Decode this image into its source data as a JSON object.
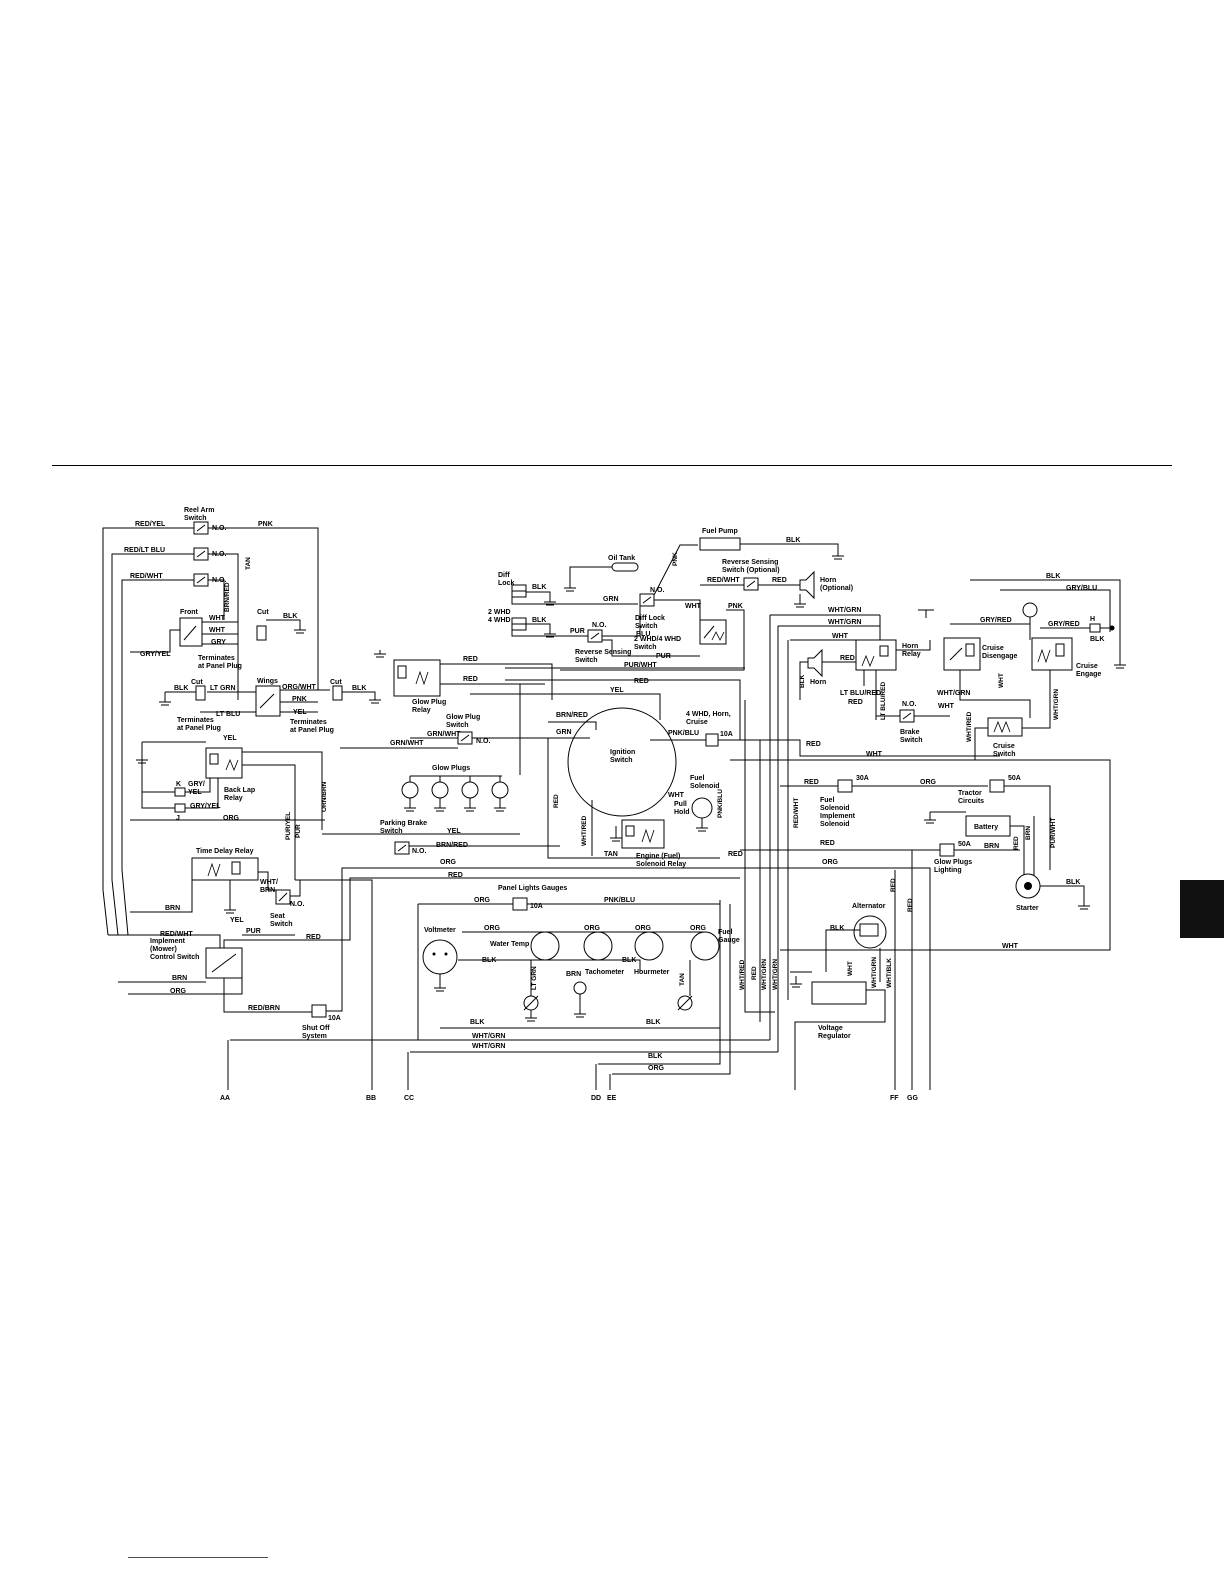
{
  "components": {
    "reel_arm_switch": "Reel Arm\nSwitch",
    "no": "N.O.",
    "front": "Front",
    "cut": "Cut",
    "wings": "Wings",
    "terminates_panel_plug": "Terminates\nat Panel Plug",
    "back_lap_relay": "Back Lap\nRelay",
    "time_delay_relay": "Time Delay Relay",
    "seat_switch": "Seat\nSwitch",
    "implement_control_switch": "Implement\n(Mower)\nControl Switch",
    "shut_off_system": "Shut Off\nSystem",
    "fuse_10a": "10A",
    "fuse_30a": "30A",
    "fuse_50a": "50A",
    "oil_tank": "Oil Tank",
    "diff_lock": "Diff\nLock",
    "whd_2_4": "2 WHD\n4 WHD",
    "diff_lock_switch": "Diff Lock\nSwitch",
    "reverse_sensing_switch": "Reverse Sensing\nSwitch",
    "whd_switch": "2 WHD/4 WHD\nSwitch",
    "fuel_pump": "Fuel Pump",
    "reverse_sensing_optional": "Reverse Sensing\nSwitch (Optional)",
    "horn_optional": "Horn\n(Optional)",
    "horn": "Horn",
    "horn_relay": "Horn\nRelay",
    "brake_switch": "Brake\nSwitch",
    "cruise_disengage": "Cruise\nDisengage",
    "cruise_engage": "Cruise\nEngage",
    "cruise_switch": "Cruise\nSwitch",
    "glow_plug_relay": "Glow Plug\nRelay",
    "glow_plug_switch": "Glow Plug\nSwitch",
    "glow_plugs": "Glow Plugs",
    "parking_brake_switch": "Parking Brake\nSwitch",
    "ignition_switch": "Ignition\nSwitch",
    "whd_horn_cruise": "4 WHD, Horn,\nCruise",
    "fuel_solenoid": "Fuel\nSolenoid",
    "pull_hold": "Pull\nHold",
    "engine_fuel_relay": "Engine (Fuel)\nSolenoid Relay",
    "fuel_solenoid_implement": "Fuel\nSolenoid\nImplement\nSolenoid",
    "tractor_circuits": "Tractor\nCircuits",
    "battery": "Battery",
    "glow_plugs_lighting": "Glow Plugs\nLighting",
    "starter": "Starter",
    "alternator": "Alternator",
    "voltage_regulator": "Voltage\nRegulator",
    "panel_lights_gauges": "Panel Lights Gauges",
    "voltmeter": "Voltmeter",
    "water_temp": "Water Temp",
    "tachometer": "Tachometer",
    "hourmeter": "Hourmeter",
    "fuel_gauge": "Fuel\nGauge",
    "k": "K",
    "j": "J",
    "h": "H"
  },
  "wire_colors": {
    "red_yel": "RED/YEL",
    "red_lt_blu": "RED/LT BLU",
    "red_wht": "RED/WHT",
    "pnk": "PNK",
    "tan": "TAN",
    "brn_red": "BRN/RED",
    "wht": "WHT",
    "gry": "GRY",
    "blk": "BLK",
    "gry_yel": "GRY/YEL",
    "gry_yel_split": "GRY/\nYEL",
    "lt_grn": "LT GRN",
    "org_wht": "ORG/WHT",
    "yel": "YEL",
    "lt_blu": "LT BLU",
    "org": "ORG",
    "orn_brn": "ORN/BRN",
    "pur_yel": "PUR/YEL",
    "pur": "PUR",
    "wht_brn": "WHT/\nBRN",
    "brn": "BRN",
    "red": "RED",
    "red_brn": "RED/BRN",
    "grn": "GRN",
    "blu": "BLU",
    "pur_wht": "PUR/WHT",
    "brn_red_slash": "BRN/RED",
    "grn_wht": "GRN/WHT",
    "pnk_blu": "PNK/BLU",
    "wht_grn": "WHT/GRN",
    "wht_red": "WHT/RED",
    "lt_blu_red": "LT BLU/RED",
    "gry_red": "GRY/RED",
    "gry_blu": "GRY/BLU",
    "wht_blk": "WHT/BLK",
    "red_wht_v": "RED/WHT"
  },
  "connectors": [
    "AA",
    "BB",
    "CC",
    "DD",
    "EE",
    "FF",
    "GG"
  ]
}
